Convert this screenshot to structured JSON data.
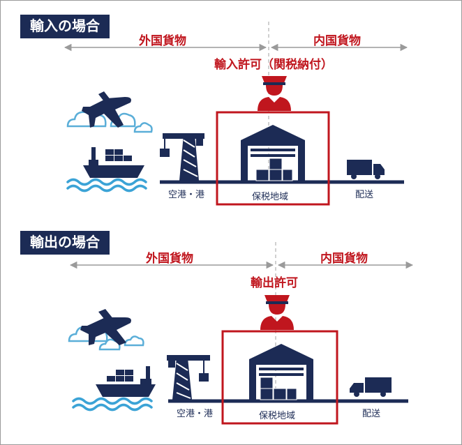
{
  "sections": [
    {
      "title": "輸入の場合",
      "foreign_goods": "外国貨物",
      "domestic_goods": "内国貨物",
      "permit": "輸入許可（関税納付）",
      "port": "空港・港",
      "bonded_area": "保税地域",
      "delivery": "配送"
    },
    {
      "title": "輸出の場合",
      "foreign_goods": "外国貨物",
      "domestic_goods": "内国貨物",
      "permit": "輸出許可",
      "port": "空港・港",
      "bonded_area": "保税地域",
      "delivery": "配送"
    }
  ],
  "colors": {
    "navy": "#1c2b55",
    "red": "#c0161e",
    "cloud": "#5aaed8",
    "wave": "#3ba3d6",
    "arrow": "#9a9a9a"
  },
  "icons": [
    "airplane-icon",
    "cloud-icon",
    "ship-icon",
    "wave-icon",
    "crane-icon",
    "customs-officer-icon",
    "warehouse-icon",
    "truck-icon"
  ]
}
